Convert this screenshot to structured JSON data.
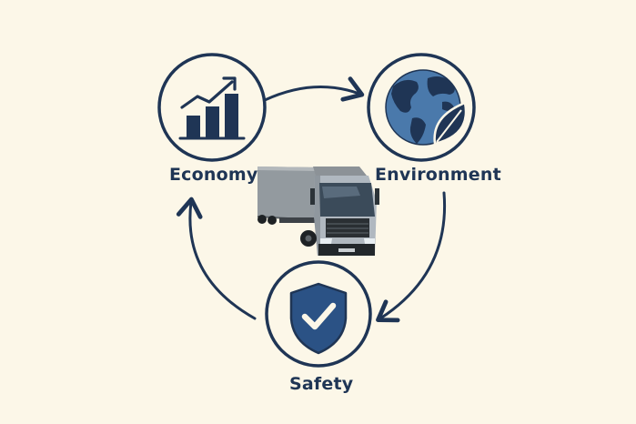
{
  "diagram": {
    "type": "cycle",
    "nodes": [
      {
        "id": "economy",
        "label": "Economy",
        "icon": "bar-chart-trend-icon"
      },
      {
        "id": "environment",
        "label": "Environment",
        "icon": "globe-leaf-icon"
      },
      {
        "id": "safety",
        "label": "Safety",
        "icon": "shield-check-icon"
      }
    ],
    "edges": [
      {
        "from": "economy",
        "to": "environment"
      },
      {
        "from": "environment",
        "to": "safety"
      },
      {
        "from": "safety",
        "to": "economy"
      }
    ],
    "center_image": "truck-image",
    "colors": {
      "background": "#fcf7e8",
      "primary": "#1f3555",
      "accent": "#4a79ab"
    }
  }
}
